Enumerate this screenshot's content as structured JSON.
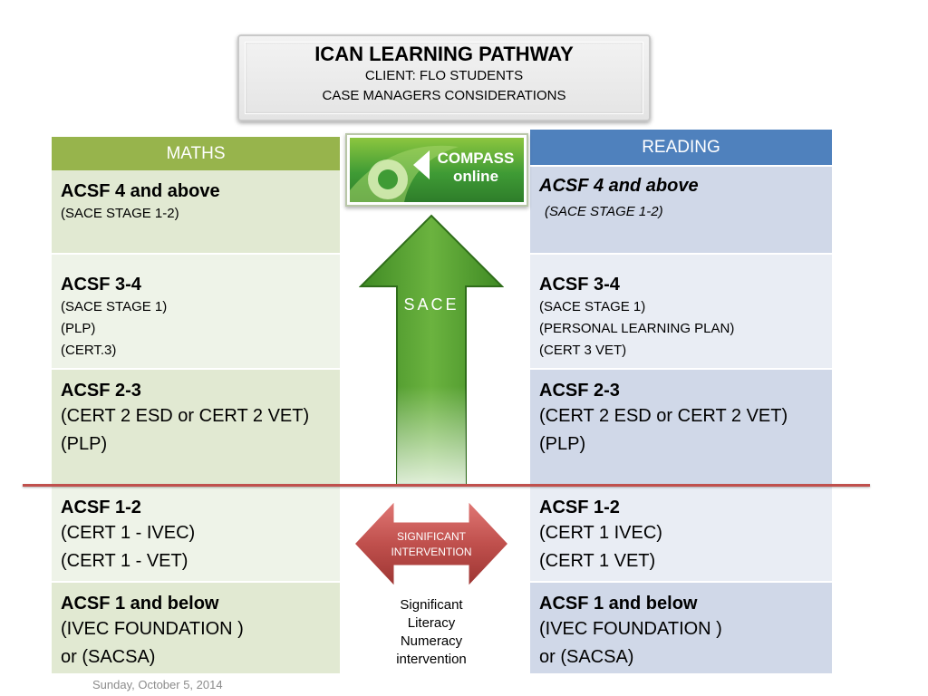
{
  "title": {
    "main": "ICAN LEARNING PATHWAY",
    "line2": "CLIENT: FLO STUDENTS",
    "line3": "CASE MANAGERS CONSIDERATIONS"
  },
  "maths": {
    "header": "MATHS",
    "rows": [
      {
        "level": "ACSF  4 and above",
        "lines": [
          "(SACE STAGE 1-2)"
        ]
      },
      {
        "level": "ACSF  3-4",
        "lines": [
          "(SACE STAGE 1)",
          "(PLP)",
          "(CERT.3)"
        ]
      },
      {
        "level": "ACSF  2-3",
        "lines": [
          "(CERT 2 ESD or CERT 2 VET)",
          "(PLP)"
        ]
      },
      {
        "level": "ACSF  1-2",
        "lines": [
          "(CERT 1 - IVEC)",
          "(CERT 1 - VET)"
        ]
      },
      {
        "level": "ACSF  1 and below",
        "lines": [
          "(IVEC FOUNDATION )",
          "or (SACSA)"
        ]
      }
    ]
  },
  "reading": {
    "header": "READING",
    "rows": [
      {
        "level": "ACSF  4 and above",
        "lines": [
          "(SACE STAGE 1-2)"
        ]
      },
      {
        "level": "ACSF  3-4",
        "lines": [
          "(SACE STAGE 1)",
          "(PERSONAL LEARNING PLAN)",
          "(CERT 3 VET)"
        ]
      },
      {
        "level": "ACSF  2-3",
        "lines": [
          "(CERT 2 ESD or CERT 2 VET)",
          "(PLP)"
        ]
      },
      {
        "level": "ACSF  1-2",
        "lines": [
          "(CERT 1 IVEC)",
          "(CERT 1 VET)"
        ]
      },
      {
        "level": "ACSF  1 and below",
        "lines": [
          "(IVEC FOUNDATION )",
          "or (SACSA)"
        ]
      }
    ]
  },
  "compass": {
    "line1": "COMPASS",
    "line2": "online"
  },
  "sace_arrow": {
    "label": "SACE"
  },
  "intervention_arrow": {
    "line1": "SIGNIFICANT",
    "line2": "INTERVENTION"
  },
  "intervention_note": [
    "Significant",
    "Literacy",
    "Numeracy",
    "intervention"
  ],
  "footer": {
    "date": "Sunday, October 5, 2014"
  },
  "colors": {
    "maths_header": "#97b44c",
    "reading_header": "#4f81bd",
    "sace_arrow": "#4e9a2b",
    "intervention_arrow": "#c0504d",
    "divider_line": "#c0504d"
  },
  "icons": {
    "compass_logo": "compass-online-logo-icon"
  }
}
